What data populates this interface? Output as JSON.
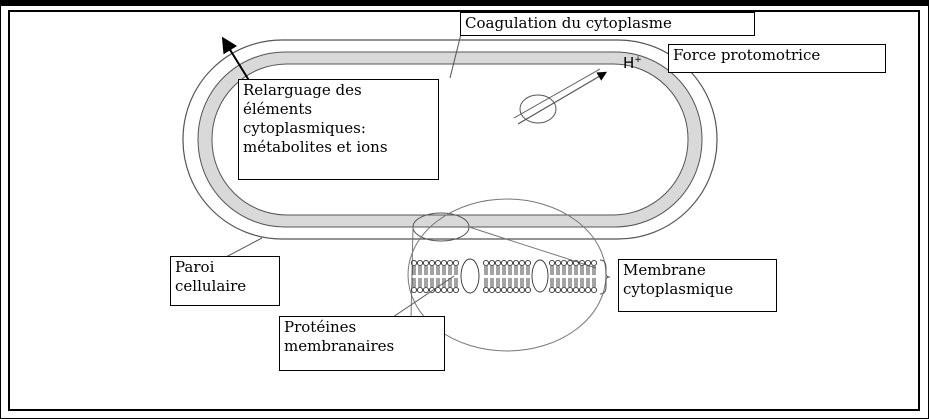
{
  "labels": {
    "coagulation": "Coagulation du cytoplasme",
    "force": "Force protomotrice",
    "relarguage": "Relarguage des\néléments\ncytoplasmiques:\nmétabolites et ions",
    "paroi": "Paroi\ncellulaire",
    "membrane": "Membrane\ncytoplasmique",
    "proteines": "Protéines\nmembranaires",
    "ion": "H",
    "ion_charge": "+"
  },
  "colors": {
    "line": "#000000",
    "wall_fill": "#d9d9d9",
    "background": "#ffffff"
  }
}
